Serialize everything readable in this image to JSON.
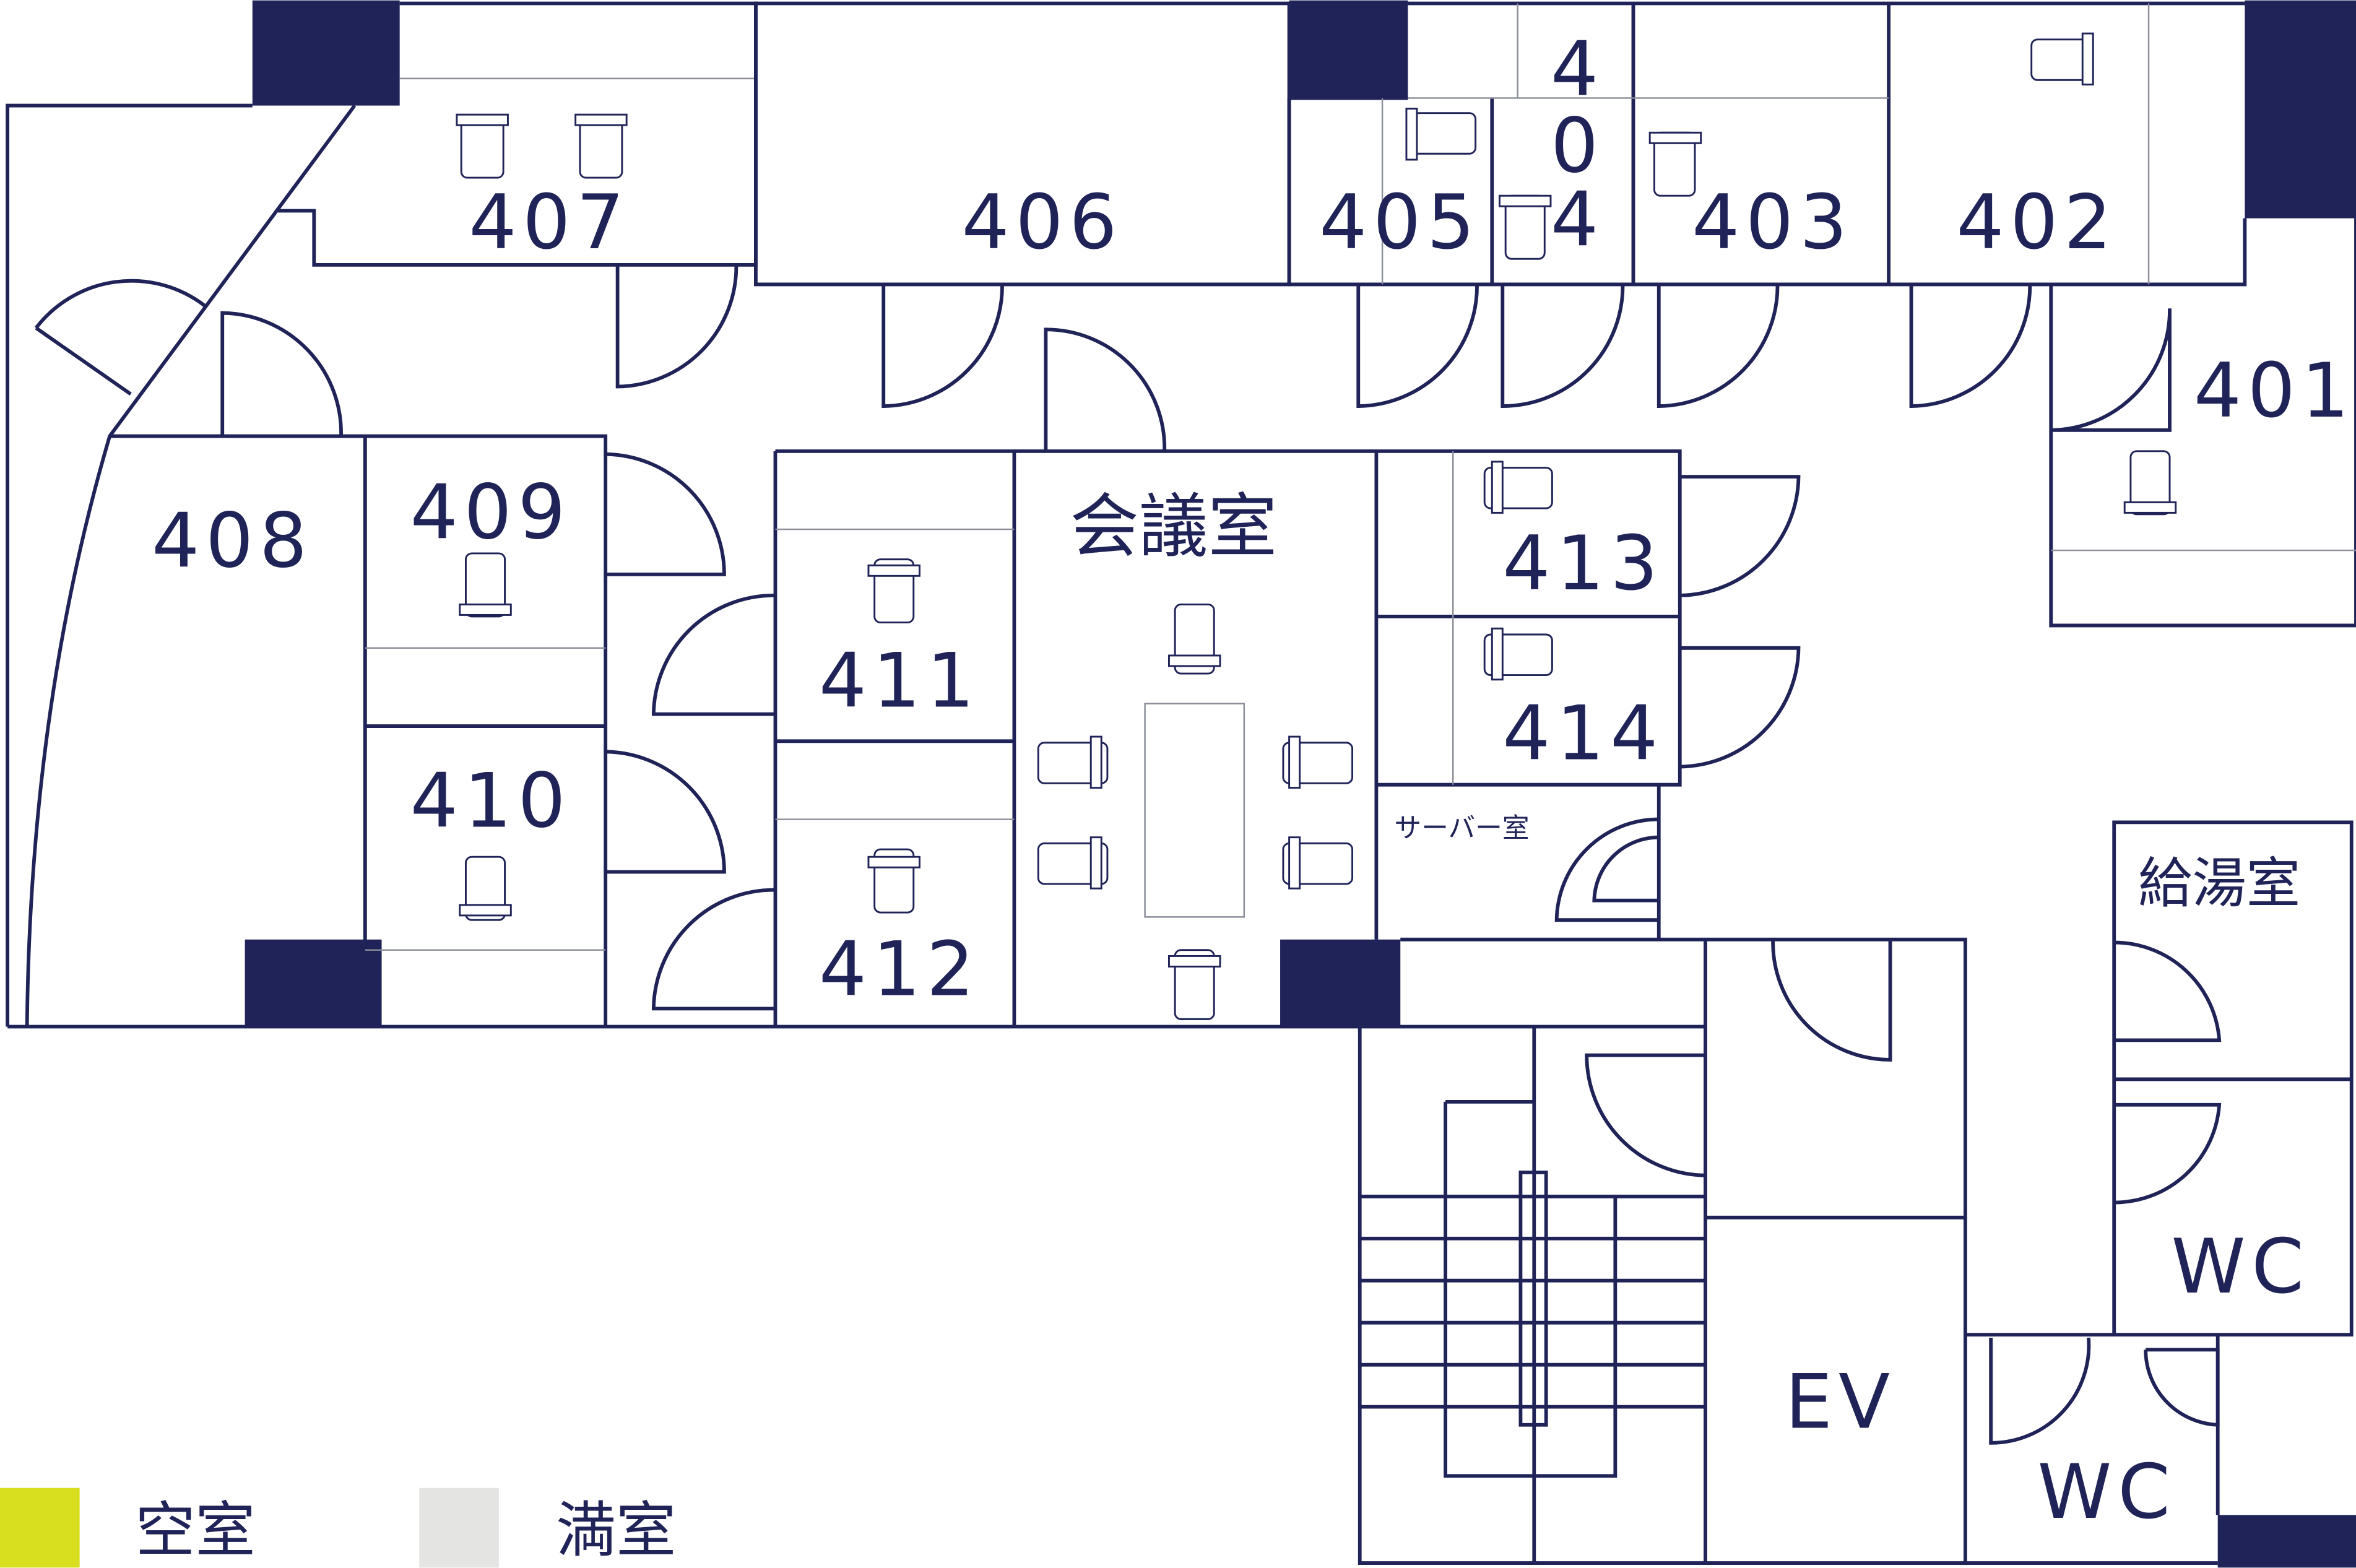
{
  "rooms": {
    "r401": "401",
    "r402": "402",
    "r403": "403",
    "r404a": "4",
    "r404b": "0",
    "r404c": "4",
    "r405": "405",
    "r406": "406",
    "r407": "407",
    "r408": "408",
    "r409": "409",
    "r410": "410",
    "r411": "411",
    "r412": "412",
    "r413": "413",
    "r414": "414",
    "meeting": "会議室",
    "server": "サーバー室",
    "kitchen": "給湯室",
    "wc1": "WC",
    "wc2": "WC",
    "ev": "EV"
  },
  "legend": {
    "vacant": {
      "label": "空室",
      "color": "#d7df1f"
    },
    "occupied": {
      "label": "満室",
      "color": "#e4e4e2"
    }
  },
  "colors": {
    "wall": "#1f2357"
  }
}
